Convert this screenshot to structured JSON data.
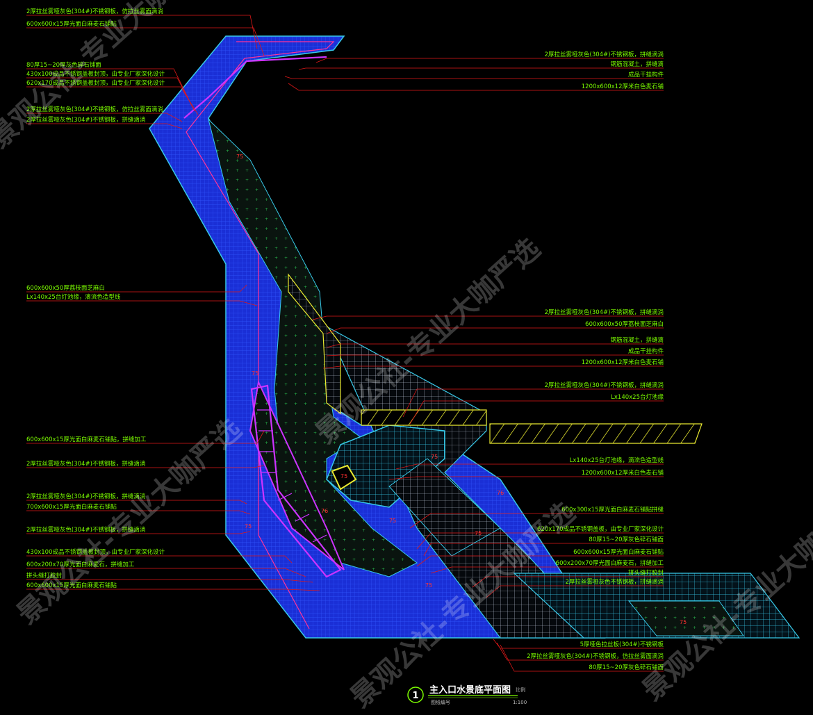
{
  "drawing": {
    "title": "主入口水景底平面图",
    "title_number": "1",
    "scale_label": "比例",
    "scale_note": "1:100",
    "sub_note": "图纸编号"
  },
  "watermark": "景观公社-专业大咖严选",
  "left_notes": [
    "2厚拉丝雾哑灰色(304#)不锈钢板，仿拉丝雾面滴淌",
    "600x600x15厚光面白麻麦石铺贴",
    "80厚15~20厚灰色碎石铺面",
    "430x100成品不锈钢盖板封顶，由专业厂家深化设计",
    "620x170成品不锈钢盖板封顶，由专业厂家深化设计",
    "2厚拉丝雾哑灰色(304#)不锈钢板，仿拉丝雾面滴淌",
    "2厚拉丝雾哑灰色(304#)不锈钢板，拼缝滴淌",
    "600x600x50厚荔枝面芝麻白",
    "Lx140x25台灯池缘，滴流色造型线",
    "600x600x15厚光面白麻麦石铺贴，拼缝加工",
    "2厚拉丝雾哑灰色(304#)不锈钢板，拼缝滴淌",
    "2厚拉丝雾哑灰色(304#)不锈钢板，拼缝滴淌",
    "700x600x15厚光面白麻麦石铺贴",
    "2厚拉丝雾哑灰色(304#)不锈钢板，拼缝滴淌",
    "430x100成品不锈钢盖板封顶，由专业厂家深化设计",
    "600x200x70厚光面白麻麦石，拼缝加工",
    "拼头缝打胶封",
    "600x600x15厚光面白麻麦石铺贴"
  ],
  "right_notes": [
    "2厚拉丝雾哑灰色(304#)不锈钢板，拼缝滴淌",
    "钢筋混凝土，拼缝滴",
    "成品干挂构件",
    "1200x600x12厚米白色麦石铺",
    "2厚拉丝雾哑灰色(304#)不锈钢板，拼缝滴淌",
    "600x600x50厚荔枝面芝麻白",
    "钢筋混凝土，拼缝滴",
    "成品干挂构件",
    "1200x600x12厚米白色麦石铺",
    "2厚拉丝雾哑灰色(304#)不锈钢板，拼缝滴淌",
    "Lx140x25台灯池缘",
    "Lx140x25台灯池缘，滴流色造型线",
    "1200x600x12厚米白色麦石铺",
    "600x300x15厚光面白麻麦石铺贴拼缝",
    "620x170成品不锈钢盖板，由专业厂家深化设计",
    "80厚15~20厚灰色碎石铺面",
    "600x600x15厚光面白麻麦石铺贴",
    "600x200x70厚光面白麻麦石，拼缝加工",
    "拼头缝打胶封",
    "2厚拉丝雾哑灰色不锈钢板，拼缝滴淌",
    "5厚哑色拉丝板(304#)不锈钢板",
    "2厚拉丝雾哑灰色(304#)不锈钢板，仿拉丝雾面滴淌",
    "80厚15~20厚灰色碎石铺面"
  ],
  "plan_marks": [
    "75",
    "75",
    "75",
    "76",
    "75",
    "75",
    "75",
    "76",
    "75",
    "75",
    "75"
  ],
  "colors": {
    "background": "#000000",
    "pool_blue": "#1a2fd6",
    "grid_cyan": "#37c8e8",
    "note_green": "#7CFC00",
    "leader_red": "#e01818",
    "stone_yellow": "#e8e830",
    "edge_magenta": "#cc33ff",
    "dark_fill": "#0b1a14",
    "dot_green": "#26b34a"
  }
}
